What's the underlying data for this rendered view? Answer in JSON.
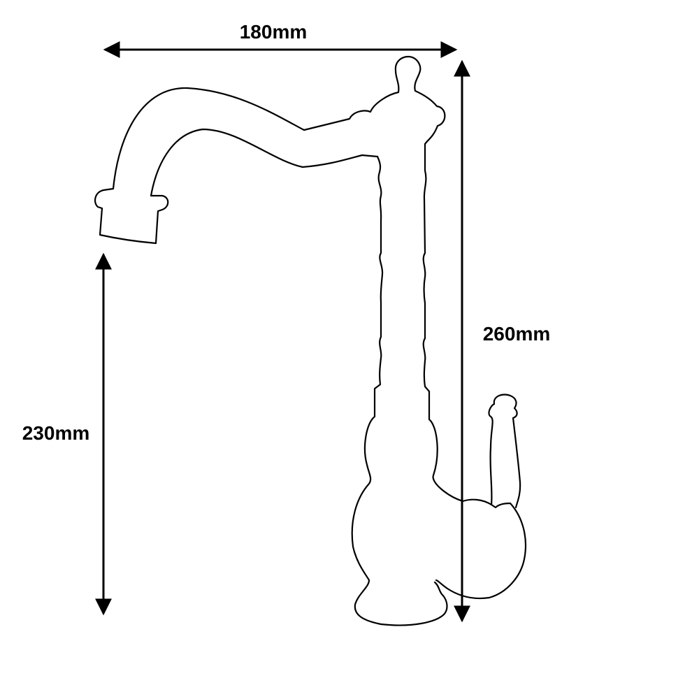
{
  "dimensions": {
    "width_label": "180mm",
    "height_label": "260mm",
    "spout_height_label": "230mm"
  },
  "colors": {
    "line": "#000000",
    "background": "#ffffff"
  }
}
